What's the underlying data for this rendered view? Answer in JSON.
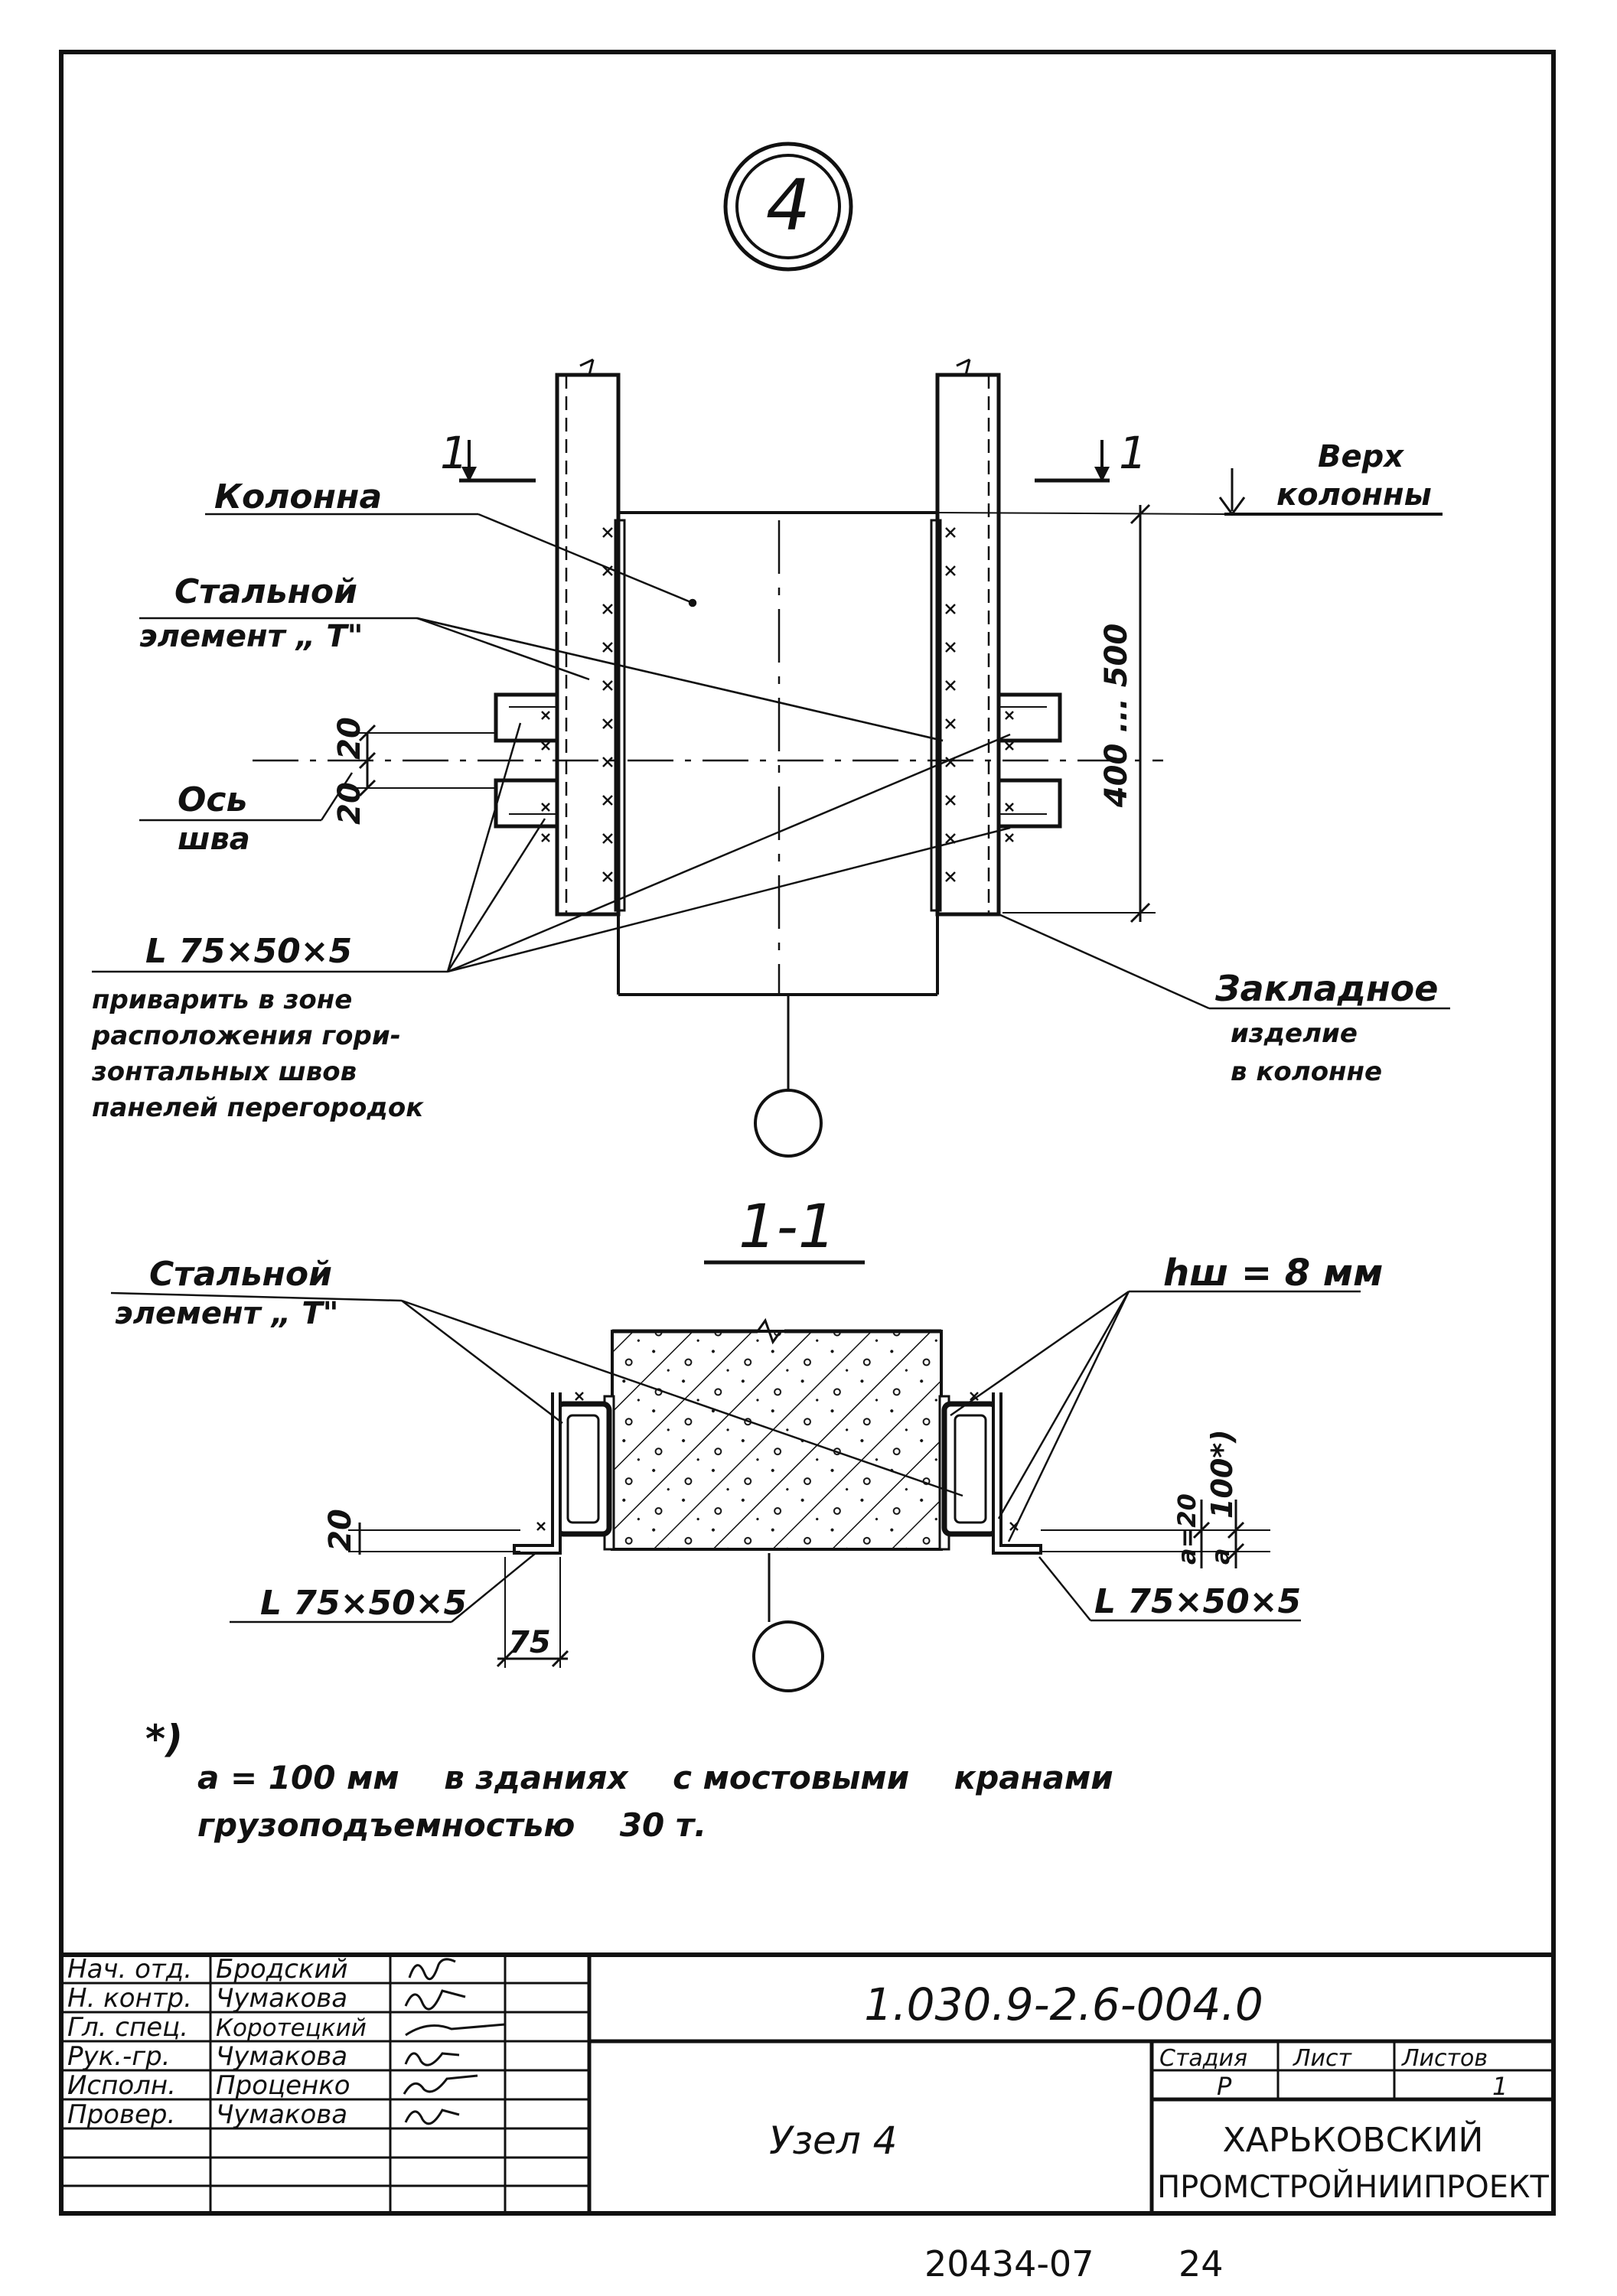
{
  "drawing": {
    "node_marker": "4",
    "labels": {
      "section_mark_left": "1",
      "section_mark_right": "1",
      "column": "Колонна",
      "steel_element_line1": "Стальной",
      "steel_element_line2": "элемент „ Т\"",
      "top_line1": "Верх",
      "top_line2": "колонны",
      "dim_20_upper": "20",
      "dim_20_lower": "20",
      "dim_range": "400 ... 500",
      "axis_line1": "Ось",
      "axis_line2": "шва",
      "angle_profile": "L 75×50×5",
      "weld_note_1": "приварить в зоне",
      "weld_note_2": "расположения гори-",
      "weld_note_3": "зонтальных швов",
      "weld_note_4": "панелей перегородок",
      "embedded_line1": "Закладное",
      "embedded_line2": "изделие",
      "embedded_line3": "в колонне"
    },
    "section": {
      "title": "1-1",
      "steel_element_line1": "Стальной",
      "steel_element_line2": "элемент „ Т\"",
      "weld_size": "hш = 8 мм",
      "dim_20": "20",
      "dim_a20": "a=20",
      "dim_a": "a",
      "dim_100": "100*)",
      "angle_left": "L 75×50×5",
      "angle_right": "L 75×50×5",
      "dim_75": "75"
    },
    "footnote": {
      "mark": "*)",
      "line1": "a = 100 мм    в зданиях    с мостовыми    кранами",
      "line2": "грузоподъемностью    30 т."
    }
  },
  "title_block": {
    "roles": [
      "Нач. отд.",
      "Н. контр.",
      "Гл. спец.",
      "Рук.-гр.",
      "Исполн.",
      "Провер."
    ],
    "names": [
      "Бродский",
      "Чумакова",
      "Коротецкий",
      "Чумакова",
      "Проценко",
      "Чумакова"
    ],
    "code": "1.030.9-2.6-004.0",
    "sheet_title": "Узел 4",
    "stage_header": "Стадия",
    "sheet_header": "Лист",
    "sheets_header": "Листов",
    "stage_value": "Р",
    "sheets_value": "1",
    "org_line1": "ХАРЬКОВСКИЙ",
    "org_line2": "ПРОМСТРОЙНИИПРОЕКТ"
  },
  "footer": {
    "inventory": "20434-07",
    "page": "24"
  }
}
